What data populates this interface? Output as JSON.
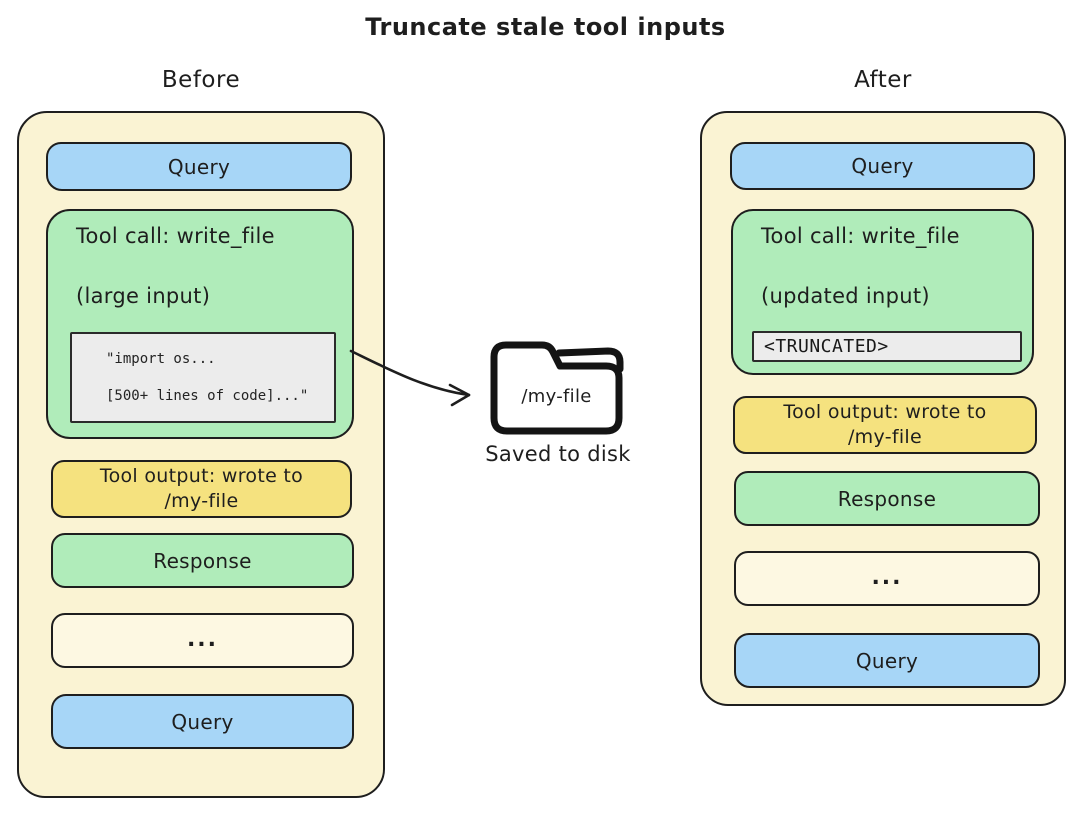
{
  "title": "Truncate stale tool inputs",
  "colors": {
    "stroke": "#1e1e1e",
    "panel_fill": "#faf3d3",
    "query_blue": "#a7d6f7",
    "tool_green": "#b0ecba",
    "output_yellow": "#f5e27f",
    "code_gray": "#ececec",
    "ellipsis_cream": "#fdf8e2"
  },
  "before": {
    "label": "Before",
    "query_top": "Query",
    "tool_call": {
      "title": "Tool call: write_file",
      "subtitle": "(large input)",
      "code_line1": "\"import os...",
      "code_line2": "[500+ lines of code]...\""
    },
    "tool_output": "Tool output: wrote to /my-file",
    "response": "Response",
    "ellipsis": "...",
    "query_bottom": "Query"
  },
  "after": {
    "label": "After",
    "query_top": "Query",
    "tool_call": {
      "title": "Tool call: write_file",
      "subtitle": "(updated input)",
      "truncated": "<TRUNCATED>"
    },
    "tool_output": "Tool output: wrote to /my-file",
    "response": "Response",
    "ellipsis": "...",
    "query_bottom": "Query"
  },
  "disk": {
    "file_label": "/my-file",
    "caption": "Saved to disk"
  }
}
